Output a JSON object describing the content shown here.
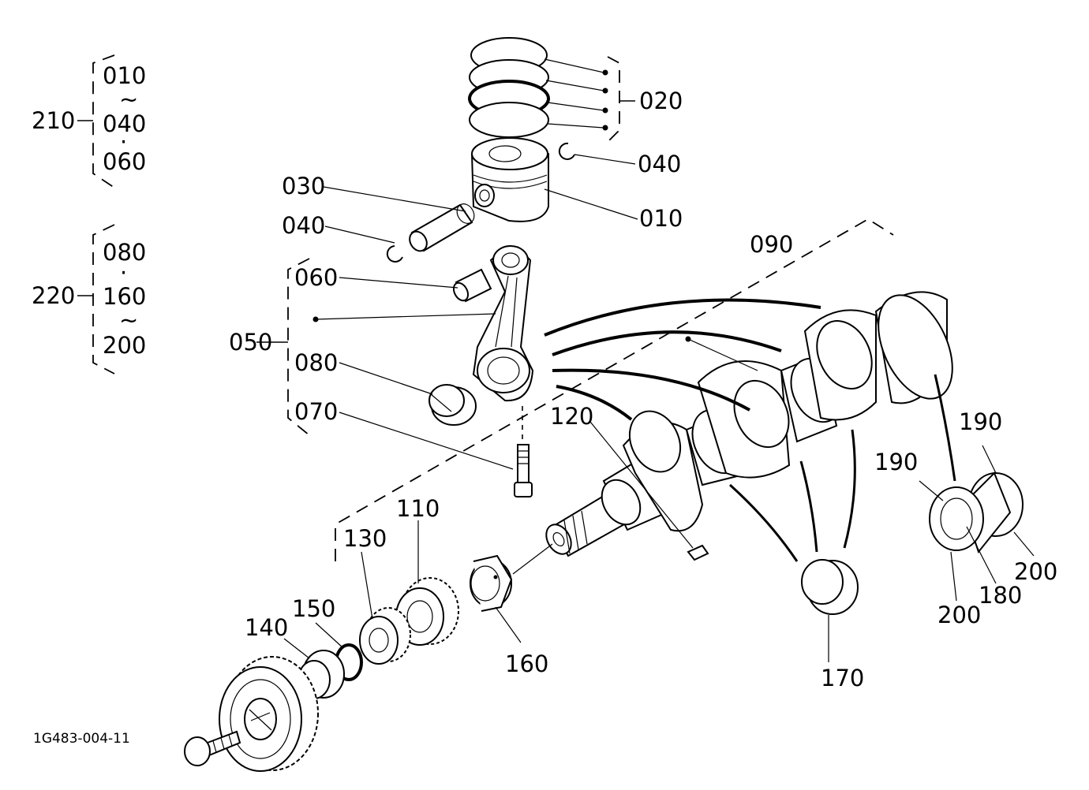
{
  "groups": {
    "g210": {
      "number": "210",
      "items": [
        "010",
        "~",
        "040",
        "·",
        "060"
      ]
    },
    "g220": {
      "number": "220",
      "items": [
        "080",
        "·",
        "160",
        "~",
        "200"
      ]
    }
  },
  "labels": {
    "p010": "010",
    "p020": "020",
    "p030": "030",
    "p040a": "040",
    "p040b": "040",
    "p050": "050",
    "p060": "060",
    "p070": "070",
    "p080": "080",
    "p090": "090",
    "p110": "110",
    "p120": "120",
    "p130": "130",
    "p140": "140",
    "p150": "150",
    "p160": "160",
    "p170": "170",
    "p180": "180",
    "p190a": "190",
    "p190b": "190",
    "p200a": "200",
    "p200b": "200"
  },
  "drawing_code": "1G483-004-11"
}
